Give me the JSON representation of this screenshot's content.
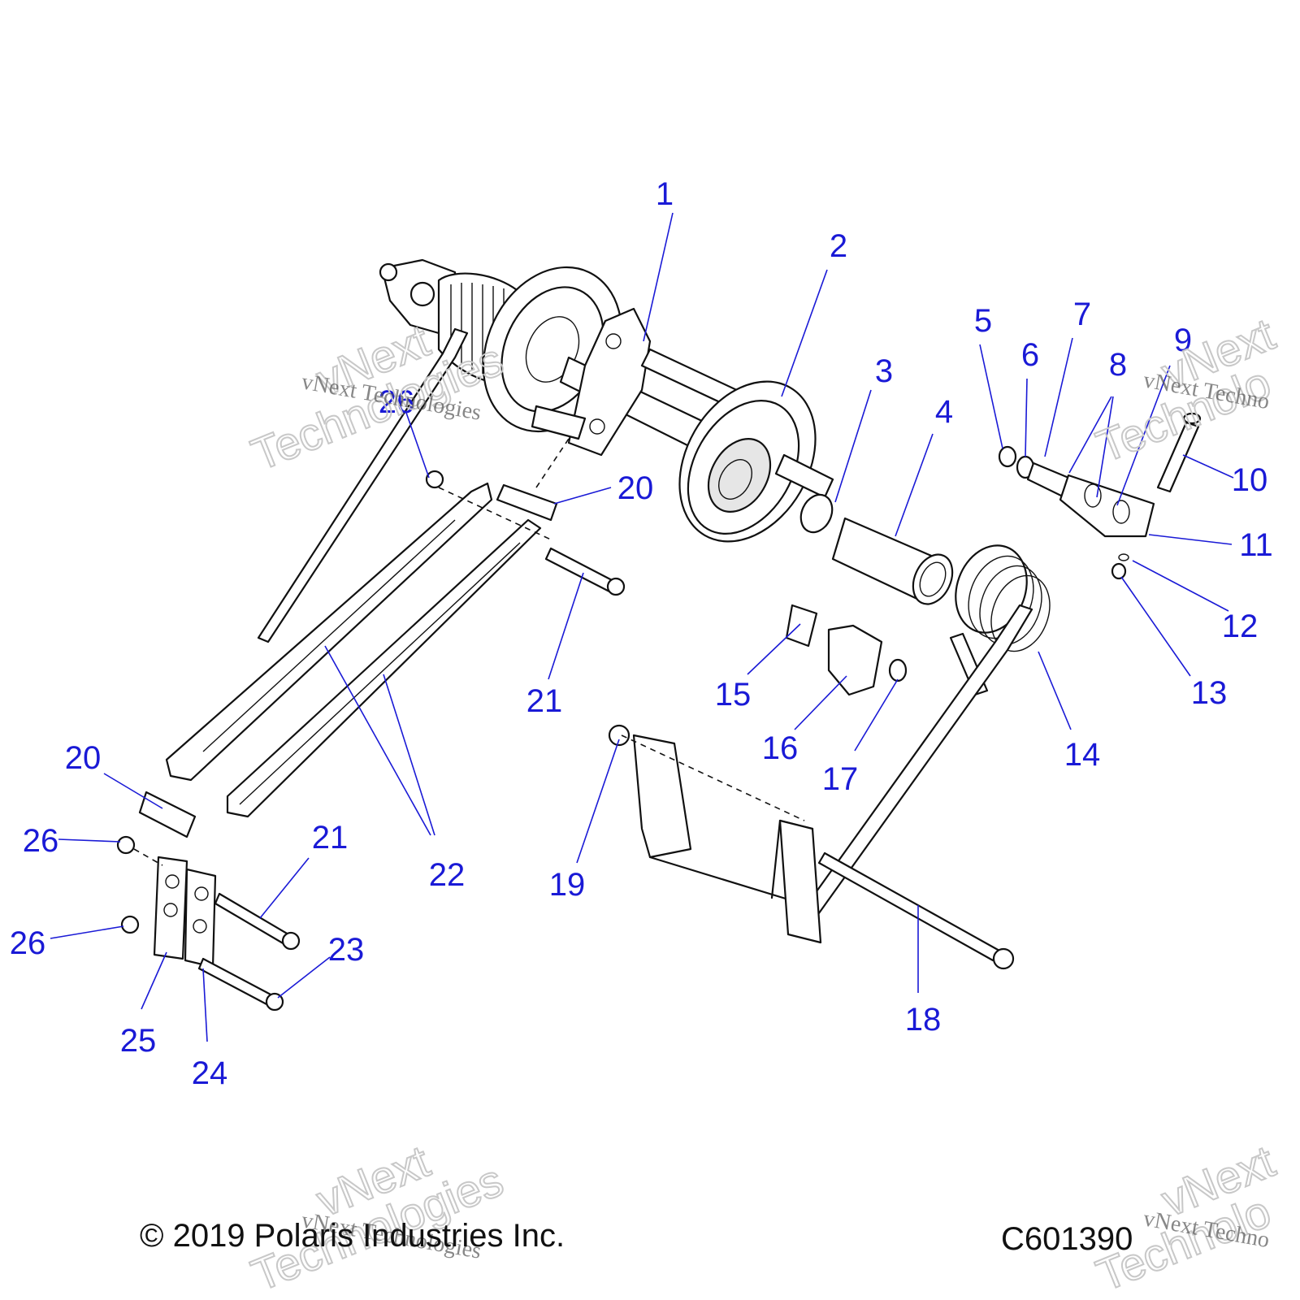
{
  "callouts": [
    "1",
    "2",
    "3",
    "4",
    "5",
    "6",
    "7",
    "8",
    "9",
    "10",
    "11",
    "12",
    "13",
    "14",
    "15",
    "16",
    "17",
    "18",
    "19",
    "20",
    "20",
    "21",
    "21",
    "22",
    "23",
    "24",
    "25",
    "26",
    "26",
    "26"
  ],
  "copyright": "© 2019 Polaris Industries Inc.",
  "figure_id": "C601390",
  "watermark": {
    "line": "vNext Technologies",
    "big_1": "vNext",
    "big_2": "Technologies",
    "partial_line": "vNext Techno",
    "partial_big_1": "vNext",
    "partial_big_2": "Technolo"
  },
  "colors": {
    "callout": "#1a1ad6",
    "line": "#111111",
    "watermark": "#c8c8c8"
  }
}
